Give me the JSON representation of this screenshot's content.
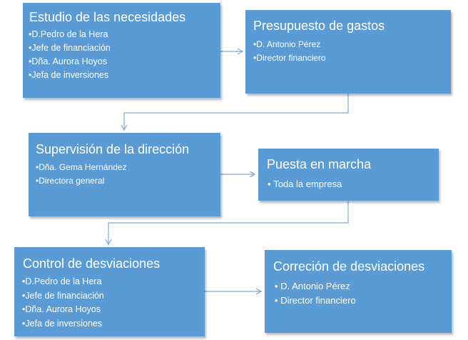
{
  "boxes": [
    {
      "title": "Estudio de las necesidades",
      "items": [
        "D.Pedro de la Hera",
        "Jefe de financiación",
        "Dña. Aurora Hoyos",
        "Jefa de inversiones"
      ]
    },
    {
      "title": "Presupuesto de gastos",
      "items": [
        "D. Antonio Pérez",
        "Director financiero"
      ]
    },
    {
      "title": "Supervisión de la dirección",
      "items": [
        "Dña. Gema Hernández",
        "Directora general"
      ]
    },
    {
      "title": "Puesta en marcha",
      "items": [
        "Toda la empresa"
      ]
    },
    {
      "title": "Control de desviaciones",
      "items": [
        "D.Pedro de la Hera",
        "Jefe de financiación",
        "Dña. Aurora Hoyos",
        "Jefa de inversiones"
      ]
    },
    {
      "title": "Correción de desviaciones",
      "items": [
        "D. Antonio Pérez",
        "Director financiero"
      ]
    }
  ],
  "colors": {
    "box_fill": "#5b9bd5",
    "box_text": "#ffffff",
    "connector": "#7fa9d6"
  },
  "bullet": "•"
}
